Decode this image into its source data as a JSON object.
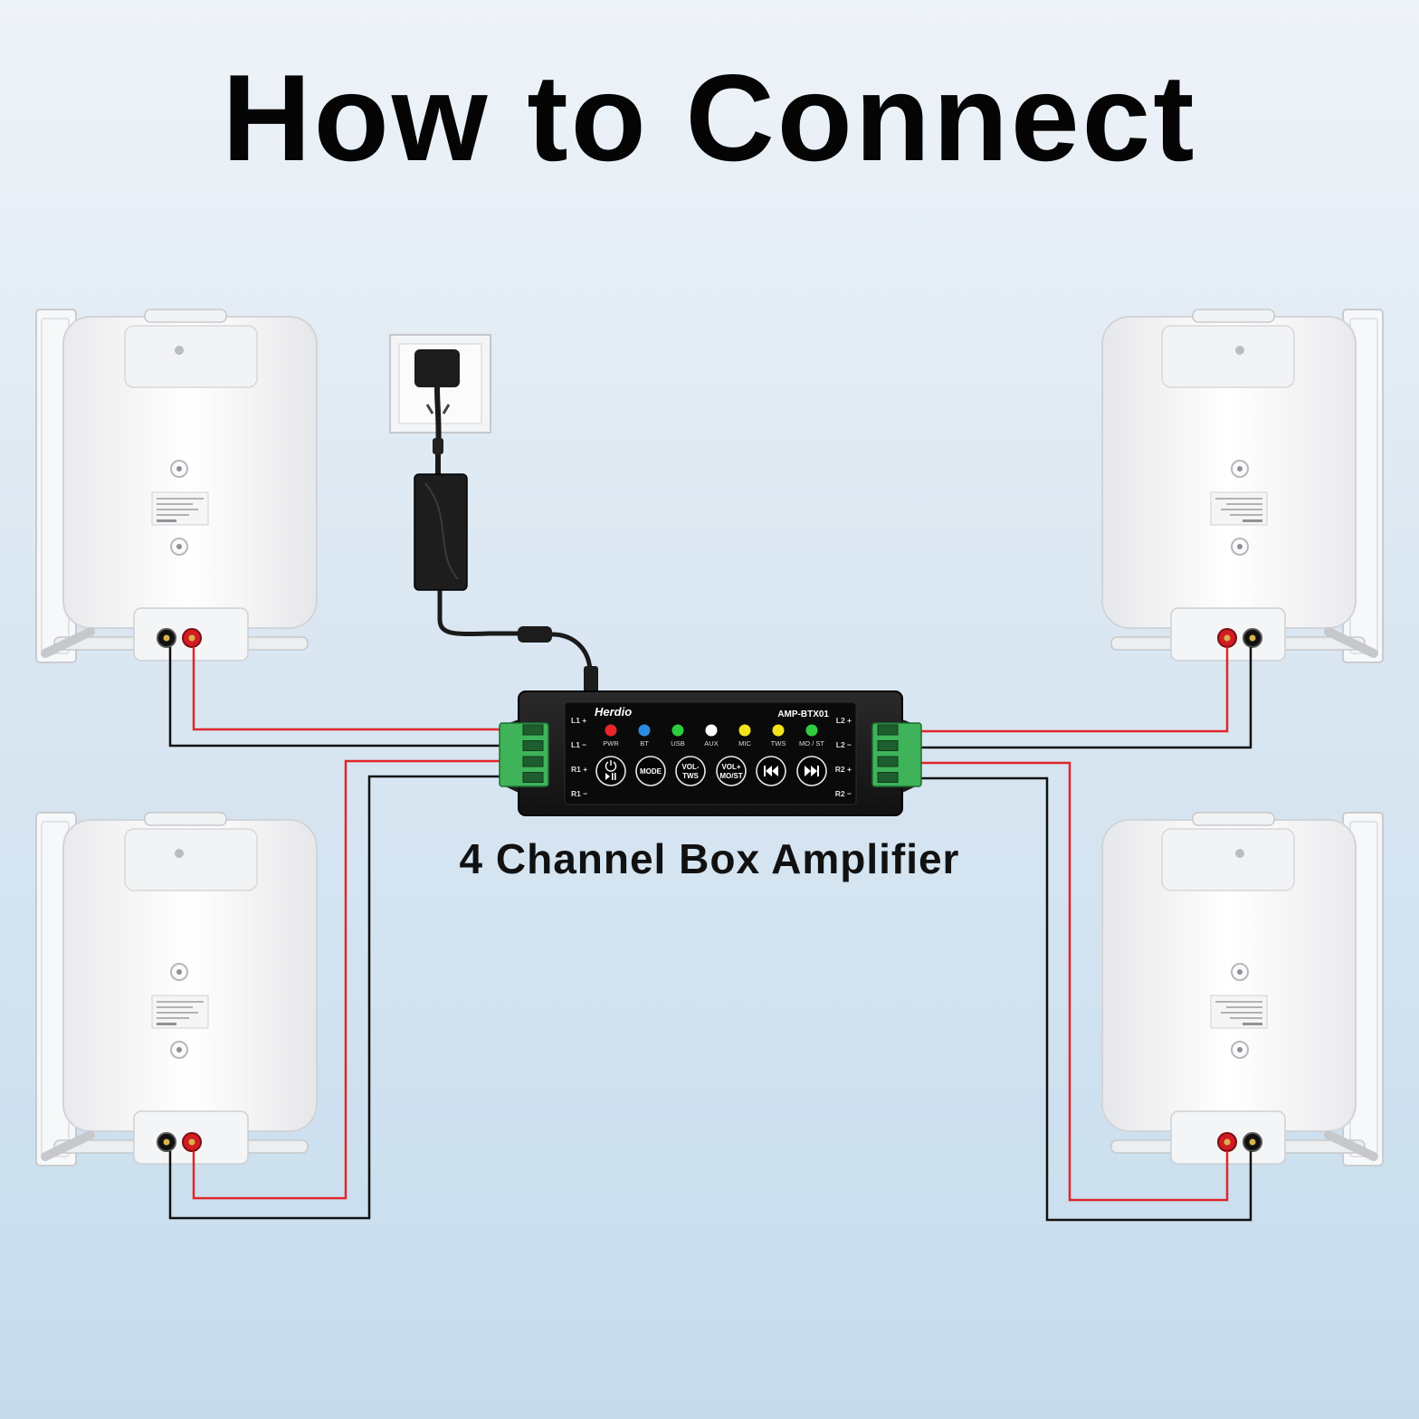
{
  "title": "How to Connect",
  "caption": "4 Channel Box Amplifier",
  "amplifier": {
    "brand": "Herdio",
    "model": "AMP-BTX01",
    "indicators": [
      {
        "label": "PWR",
        "color": "#e8262b"
      },
      {
        "label": "BT",
        "color": "#2a8ce0"
      },
      {
        "label": "USB",
        "color": "#2ecc40"
      },
      {
        "label": "AUX",
        "color": "#ffffff"
      },
      {
        "label": "MIC",
        "color": "#f2e21a"
      },
      {
        "label": "TWS",
        "color": "#f2e21a"
      },
      {
        "label": "MO / ST",
        "color": "#2ecc40"
      }
    ],
    "buttons": [
      {
        "name": "play-pause-button",
        "icon": "power-play-pause-icon",
        "label": ""
      },
      {
        "name": "mode-button",
        "icon": "",
        "label": "MODE"
      },
      {
        "name": "vol-minus-tws-button",
        "icon": "",
        "label": "VOL-\nTWS"
      },
      {
        "name": "vol-plus-most-button",
        "icon": "",
        "label": "VOL+\nMO/ST"
      },
      {
        "name": "previous-track-button",
        "icon": "previous-track-icon",
        "label": ""
      },
      {
        "name": "next-track-button",
        "icon": "next-track-icon",
        "label": ""
      }
    ],
    "left_terminals": [
      "L1 +",
      "L1 −",
      "R1 +",
      "R1 −"
    ],
    "right_terminals": [
      "L2 +",
      "L2 −",
      "R2 +",
      "R2 −"
    ]
  },
  "colors": {
    "positive_wire": "#e0262a",
    "negative_wire": "#111111",
    "terminal_block": "#3fb35a"
  }
}
